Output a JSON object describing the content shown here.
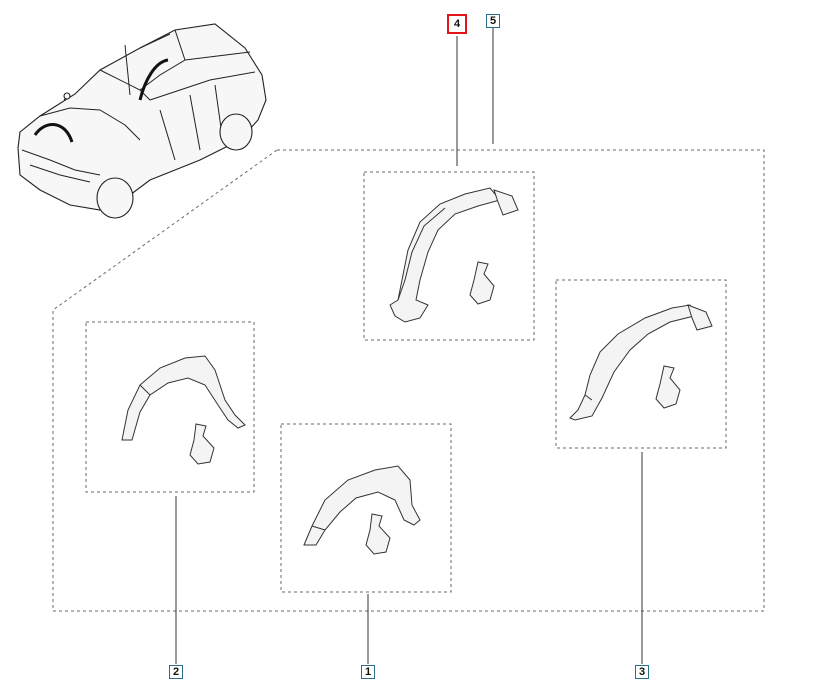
{
  "callouts": [
    {
      "id": "4",
      "label": "4",
      "active": true
    },
    {
      "id": "5",
      "label": "5",
      "active": false
    },
    {
      "id": "2",
      "label": "2",
      "active": false
    },
    {
      "id": "1",
      "label": "1",
      "active": false
    },
    {
      "id": "3",
      "label": "3",
      "active": false
    }
  ],
  "colors": {
    "highlight": "#e0161b",
    "callout_border": "#2a6f8a",
    "line": "#333333"
  }
}
